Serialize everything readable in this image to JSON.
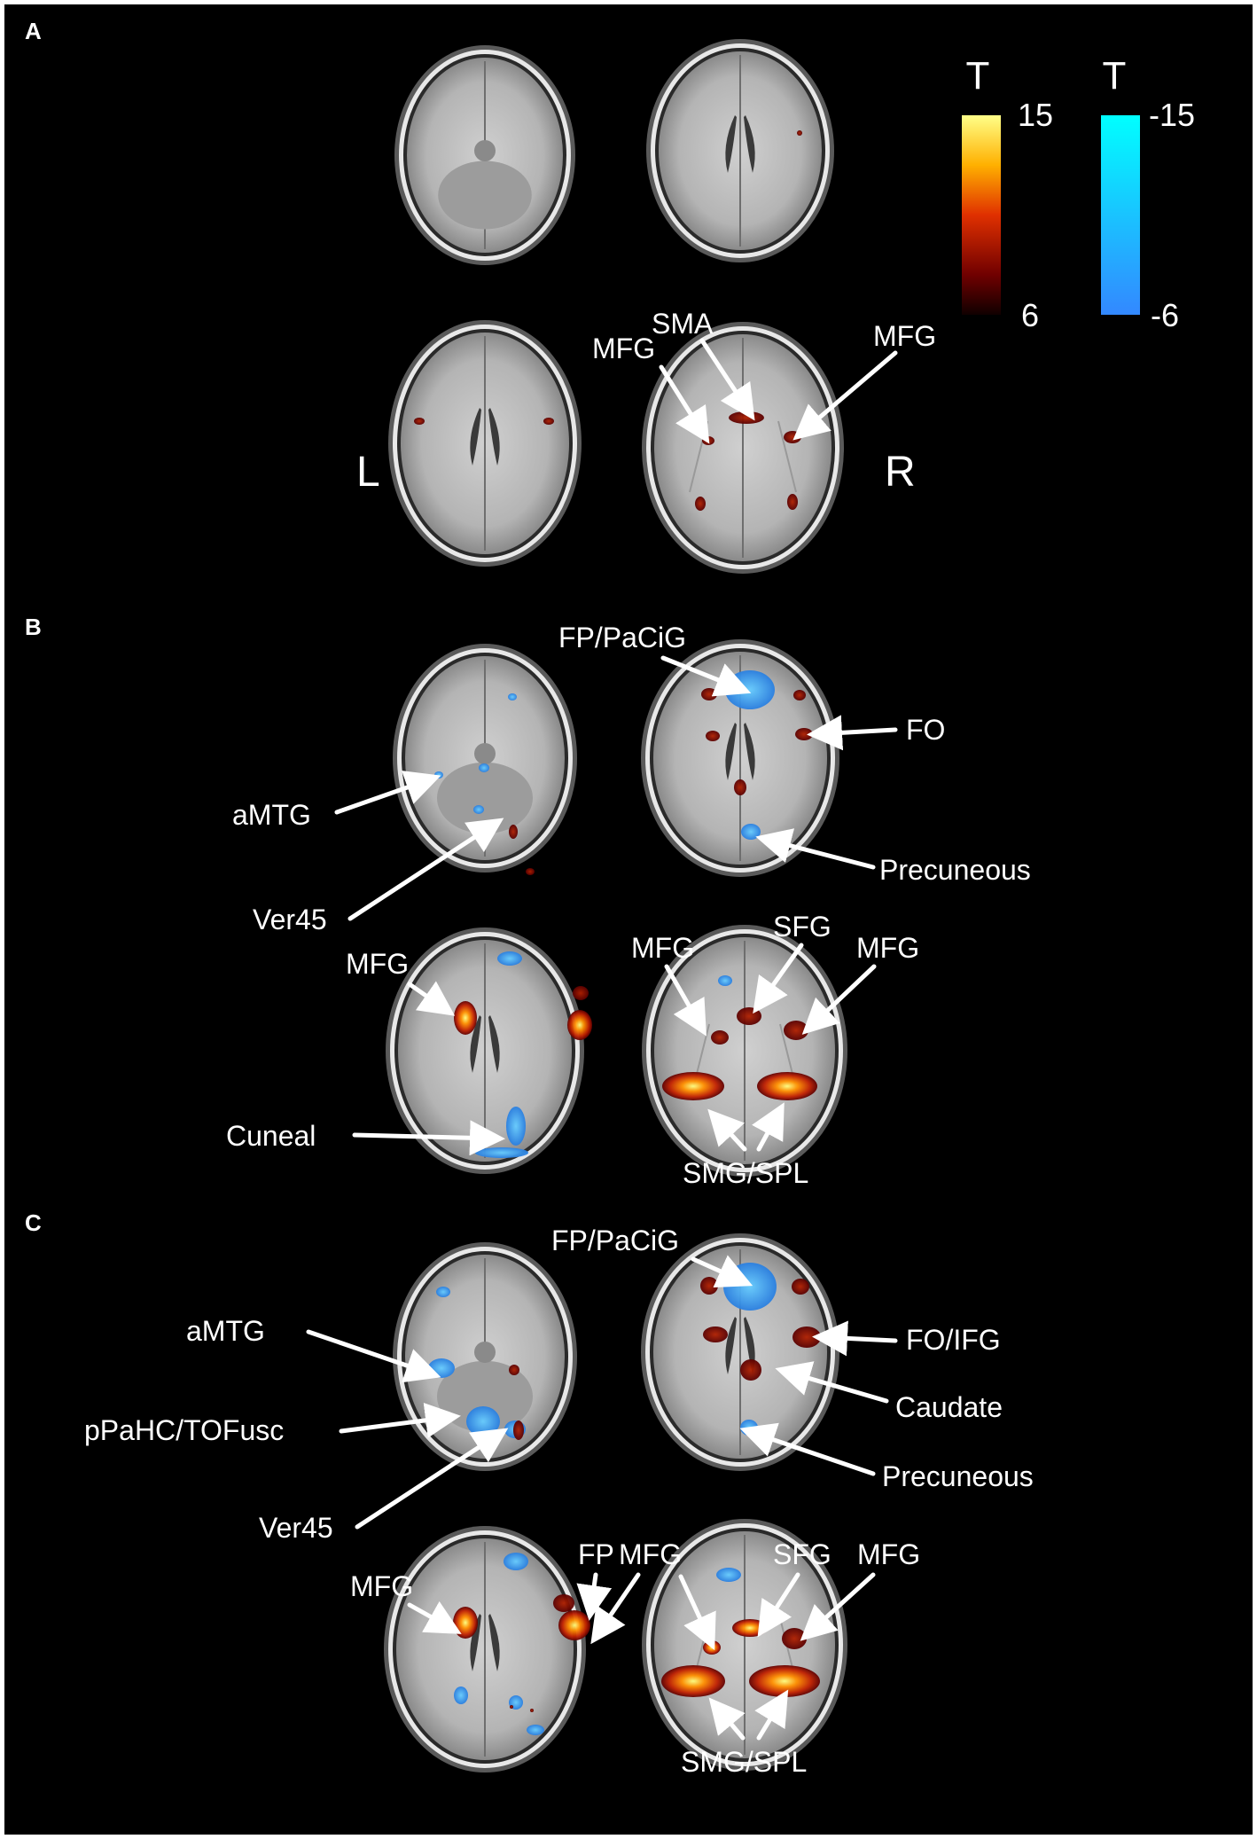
{
  "panels": {
    "A": {
      "letter": "A",
      "side_left": "L",
      "side_right": "R",
      "labels": [
        "SMA",
        "MFG",
        "MFG"
      ]
    },
    "B": {
      "letter": "B",
      "labels": [
        "FP/PaCiG",
        "FO",
        "aMTG",
        "Precuneous",
        "Ver45",
        "MFG",
        "SFG",
        "MFG",
        "MFG",
        "Cuneal",
        "SMG/SPL"
      ]
    },
    "C": {
      "letter": "C",
      "labels": [
        "FP/PaCiG",
        "aMTG",
        "FO/IFG",
        "Caudate",
        "pPaHC/TOFusc",
        "Precuneous",
        "Ver45",
        "FP",
        "MFG",
        "SFG",
        "MFG",
        "MFG",
        "SMG/SPL"
      ]
    }
  },
  "colorbars": {
    "positive": {
      "title": "T",
      "max": "15",
      "min": "6"
    },
    "negative": {
      "title": "T",
      "max": "-15",
      "min": "-6"
    }
  },
  "colors": {
    "background": "#000000",
    "frame": "#ffffff",
    "hot_high": "#ffff66",
    "hot_low": "#3a0000",
    "cool_high": "#00ffff",
    "cool_low": "#3399ff"
  }
}
